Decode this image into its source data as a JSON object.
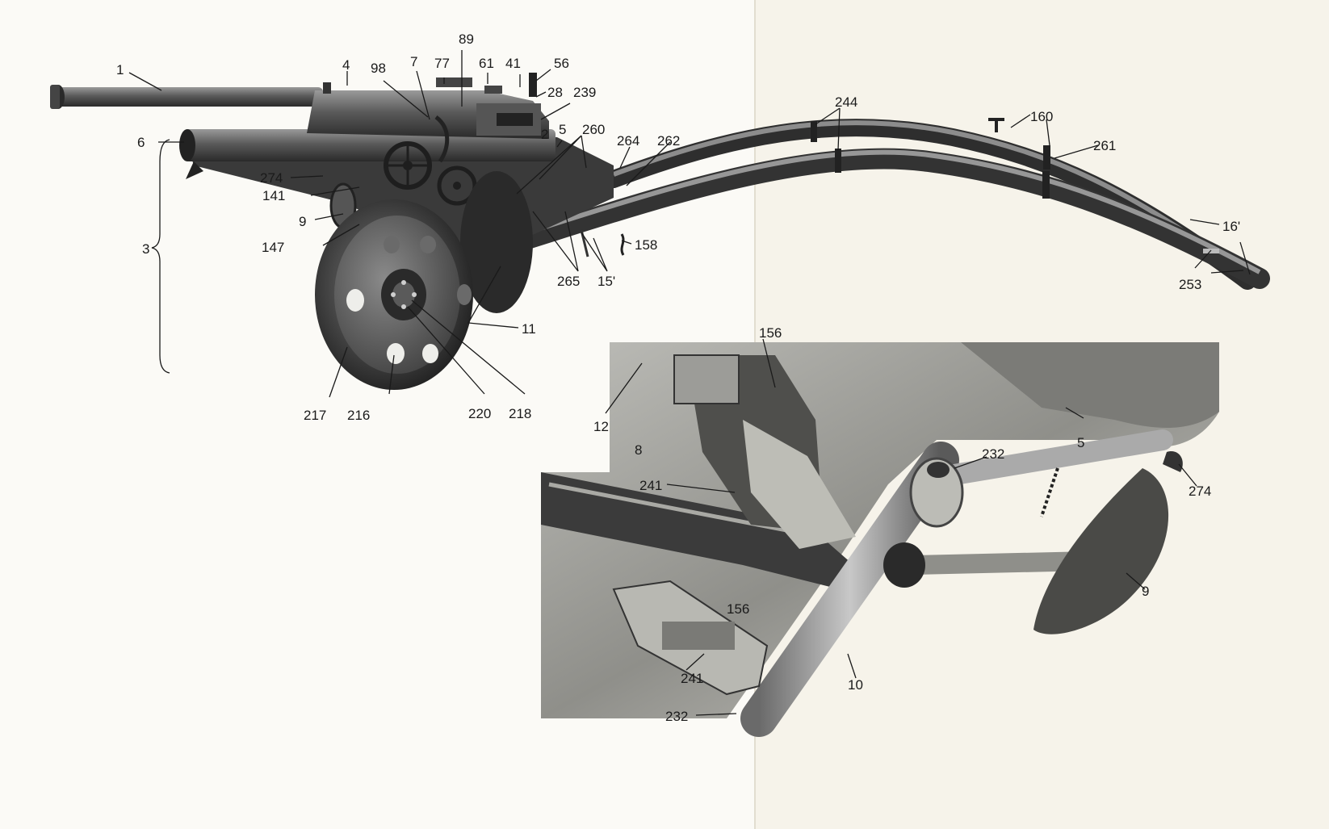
{
  "labels": {
    "l1": "1",
    "l4": "4",
    "l98": "98",
    "l7": "7",
    "l77": "77",
    "l89": "89",
    "l61": "61",
    "l41": "41",
    "l56": "56",
    "l28": "28",
    "l239": "239",
    "l2": "2",
    "l6": "6",
    "l5a": "5",
    "l260": "260",
    "l264": "264",
    "l262": "262",
    "l244": "244",
    "l160": "160",
    "l261": "261",
    "l274a": "274",
    "l141": "141",
    "l9a": "9",
    "l147": "147",
    "l3": "3",
    "l158": "158",
    "l265": "265",
    "l15": "15'",
    "l16": "16'",
    "l253": "253",
    "l11": "11",
    "l217": "217",
    "l216": "216",
    "l220": "220",
    "l218": "218",
    "l156a": "156",
    "l12": "12",
    "l8": "8",
    "l241a": "241",
    "l232a": "232",
    "l5b": "5",
    "l274b": "274",
    "l9b": "9",
    "l156b": "156",
    "l241b": "241",
    "l10": "10",
    "l232b": "232"
  },
  "colors": {
    "paper": "#fbfaf6",
    "paper_right": "#f6f3ea",
    "metal_dark": "#3a3a3a",
    "metal_mid": "#6a6a6a",
    "metal_light": "#a8a8a8"
  }
}
